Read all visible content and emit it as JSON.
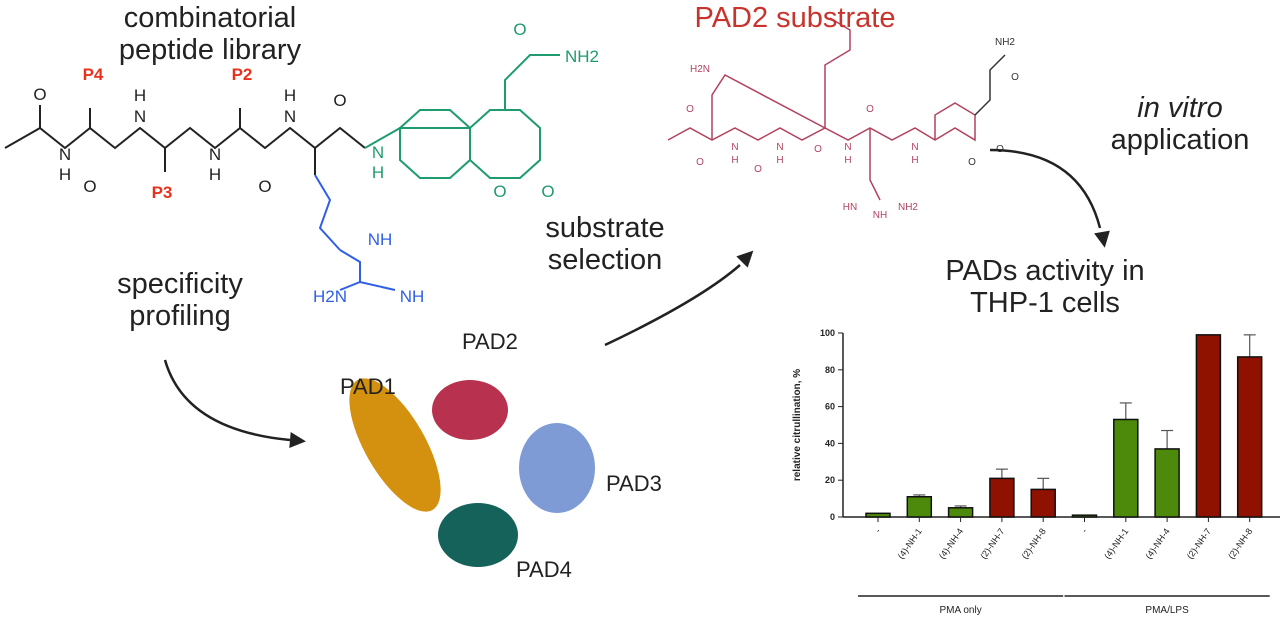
{
  "library": {
    "title_line1": "combinatorial",
    "title_line2": "peptide library",
    "atoms": [
      "O",
      "N",
      "H",
      "N",
      "H",
      "O",
      "N",
      "H",
      "O",
      "N",
      "H",
      "O",
      "NH",
      "H2N",
      "NH",
      "O",
      "O",
      "N",
      "H",
      "O",
      "NH2"
    ],
    "positions": [
      "P4",
      "P3",
      "P2"
    ]
  },
  "steps": {
    "specificity": [
      "specificity",
      "profiling"
    ],
    "selection": [
      "substrate",
      "selection"
    ],
    "application_italic": "in vitro",
    "application": "application"
  },
  "substrate": {
    "title": "PAD2 substrate",
    "atoms": [
      "H2N",
      "O",
      "O",
      "N",
      "H",
      "O",
      "N",
      "H",
      "O",
      "N",
      "H",
      "O",
      "N",
      "H",
      "NH",
      "HN",
      "NH2",
      "O",
      "NH2",
      "O",
      "O"
    ]
  },
  "enzymes": [
    {
      "label": "PAD1",
      "color": "#d4900f"
    },
    {
      "label": "PAD2",
      "color": "#b8324f"
    },
    {
      "label": "PAD3",
      "color": "#7f9bd6"
    },
    {
      "label": "PAD4",
      "color": "#14625a"
    }
  ],
  "colors": {
    "red_label": "#e8321e",
    "blue": "#2f5fe6",
    "green": "#1e9c6e",
    "substrate": "#b2425e",
    "title_red": "#c8342c",
    "bar_green": "#4d8a0c",
    "bar_red": "#8f1100"
  },
  "chart_data": {
    "type": "bar",
    "title": [
      "PADs activity in",
      "THP-1 cells"
    ],
    "ylabel": "relative citrullination, %",
    "ylim": [
      0,
      100
    ],
    "yticks": [
      0,
      20,
      40,
      60,
      80,
      100
    ],
    "categories": [
      "-",
      "(4)-NH-1",
      "(4)-NH-4",
      "(2)-NH-7",
      "(2)-NH-8",
      "-",
      "(4)-NH-1",
      "(4)-NH-4",
      "(2)-NH-7",
      "(2)-NH-8"
    ],
    "values": [
      2,
      11,
      5,
      21,
      15,
      1,
      53,
      37,
      99,
      87
    ],
    "errors": [
      0,
      1,
      1,
      5,
      6,
      0,
      9,
      10,
      0,
      12
    ],
    "bar_colors": [
      "green",
      "green",
      "green",
      "red",
      "red",
      "green",
      "green",
      "green",
      "red",
      "red"
    ],
    "groups": [
      {
        "label": "PMA only",
        "range": [
          0,
          4
        ]
      },
      {
        "label": "PMA/LPS",
        "range": [
          5,
          9
        ]
      }
    ]
  }
}
